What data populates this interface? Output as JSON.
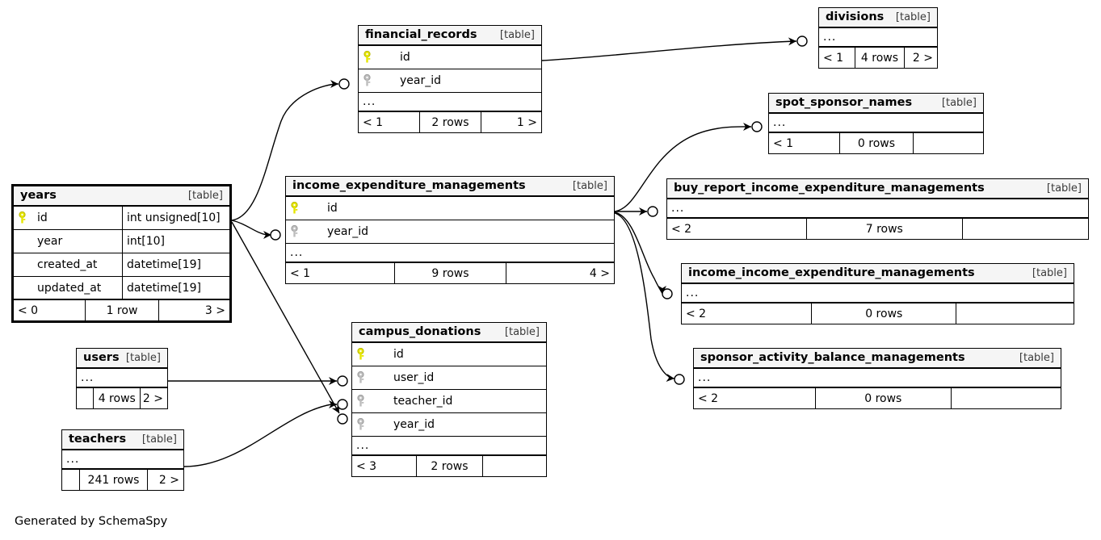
{
  "diagram": {
    "tool": "SchemaSpy",
    "credit": "Generated by SchemaSpy",
    "table_tag": "[table]",
    "ellipsis": "...",
    "colors": {
      "primary_key": "#e6e600",
      "foreign_key": "#a9a9a9",
      "header_bg": "#f5f5f5",
      "border": "#000000",
      "background": "#ffffff"
    }
  },
  "tables": [
    {
      "id": "years",
      "name": "years",
      "tag": "[table]",
      "focal": true,
      "columns": [
        {
          "name": "id",
          "type": "int unsigned[10]",
          "key": "primary"
        },
        {
          "name": "year",
          "type": "int[10]",
          "key": "none"
        },
        {
          "name": "created_at",
          "type": "datetime[19]",
          "key": "none"
        },
        {
          "name": "updated_at",
          "type": "datetime[19]",
          "key": "none"
        }
      ],
      "has_ellipsis": false,
      "footer": {
        "left": "< 0",
        "center": "1 row",
        "right": "3 >"
      }
    },
    {
      "id": "financial_records",
      "name": "financial_records",
      "tag": "[table]",
      "focal": false,
      "columns": [
        {
          "name": "id",
          "type": "",
          "key": "primary"
        },
        {
          "name": "year_id",
          "type": "",
          "key": "foreign"
        }
      ],
      "has_ellipsis": true,
      "footer": {
        "left": "< 1",
        "center": "2 rows",
        "right": "1 >"
      }
    },
    {
      "id": "income_expenditure_managements",
      "name": "income_expenditure_managements",
      "tag": "[table]",
      "focal": false,
      "columns": [
        {
          "name": "id",
          "type": "",
          "key": "primary"
        },
        {
          "name": "year_id",
          "type": "",
          "key": "foreign"
        }
      ],
      "has_ellipsis": true,
      "footer": {
        "left": "< 1",
        "center": "9 rows",
        "right": "4 >"
      }
    },
    {
      "id": "campus_donations",
      "name": "campus_donations",
      "tag": "[table]",
      "focal": false,
      "columns": [
        {
          "name": "id",
          "type": "",
          "key": "primary"
        },
        {
          "name": "user_id",
          "type": "",
          "key": "foreign"
        },
        {
          "name": "teacher_id",
          "type": "",
          "key": "foreign"
        },
        {
          "name": "year_id",
          "type": "",
          "key": "foreign"
        }
      ],
      "has_ellipsis": true,
      "footer": {
        "left": "< 3",
        "center": "2 rows",
        "right": ""
      }
    },
    {
      "id": "divisions",
      "name": "divisions",
      "tag": "[table]",
      "focal": false,
      "columns": [],
      "has_ellipsis": true,
      "footer": {
        "left": "< 1",
        "center": "4 rows",
        "right": "2 >"
      }
    },
    {
      "id": "spot_sponsor_names",
      "name": "spot_sponsor_names",
      "tag": "[table]",
      "focal": false,
      "columns": [],
      "has_ellipsis": true,
      "footer": {
        "left": "< 1",
        "center": "0 rows",
        "right": ""
      }
    },
    {
      "id": "buy_report_income_expenditure_managements",
      "name": "buy_report_income_expenditure_managements",
      "tag": "[table]",
      "focal": false,
      "columns": [],
      "has_ellipsis": true,
      "footer": {
        "left": "< 2",
        "center": "7 rows",
        "right": ""
      }
    },
    {
      "id": "income_income_expenditure_managements",
      "name": "income_income_expenditure_managements",
      "tag": "[table]",
      "focal": false,
      "columns": [],
      "has_ellipsis": true,
      "footer": {
        "left": "< 2",
        "center": "0 rows",
        "right": ""
      }
    },
    {
      "id": "sponsor_activity_balance_managements",
      "name": "sponsor_activity_balance_managements",
      "tag": "[table]",
      "focal": false,
      "columns": [],
      "has_ellipsis": true,
      "footer": {
        "left": "< 2",
        "center": "0 rows",
        "right": ""
      }
    },
    {
      "id": "users",
      "name": "users",
      "tag": "[table]",
      "focal": false,
      "columns": [],
      "has_ellipsis": true,
      "footer": {
        "left": "",
        "center": "4 rows",
        "right": "2 >"
      }
    },
    {
      "id": "teachers",
      "name": "teachers",
      "tag": "[table]",
      "focal": false,
      "columns": [],
      "has_ellipsis": true,
      "footer": {
        "left": "",
        "center": "241 rows",
        "right": "2 >"
      }
    }
  ],
  "relationships": [
    {
      "from": "years",
      "to": "financial_records",
      "on": "year_id"
    },
    {
      "from": "years",
      "to": "income_expenditure_managements",
      "on": "year_id"
    },
    {
      "from": "years",
      "to": "campus_donations",
      "on": "year_id"
    },
    {
      "from": "users",
      "to": "campus_donations",
      "on": "user_id"
    },
    {
      "from": "teachers",
      "to": "campus_donations",
      "on": "teacher_id"
    },
    {
      "from": "financial_records",
      "to": "divisions",
      "on": ""
    },
    {
      "from": "income_expenditure_managements",
      "to": "spot_sponsor_names",
      "on": ""
    },
    {
      "from": "income_expenditure_managements",
      "to": "buy_report_income_expenditure_managements",
      "on": ""
    },
    {
      "from": "income_expenditure_managements",
      "to": "income_income_expenditure_managements",
      "on": ""
    },
    {
      "from": "income_expenditure_managements",
      "to": "sponsor_activity_balance_managements",
      "on": ""
    }
  ]
}
